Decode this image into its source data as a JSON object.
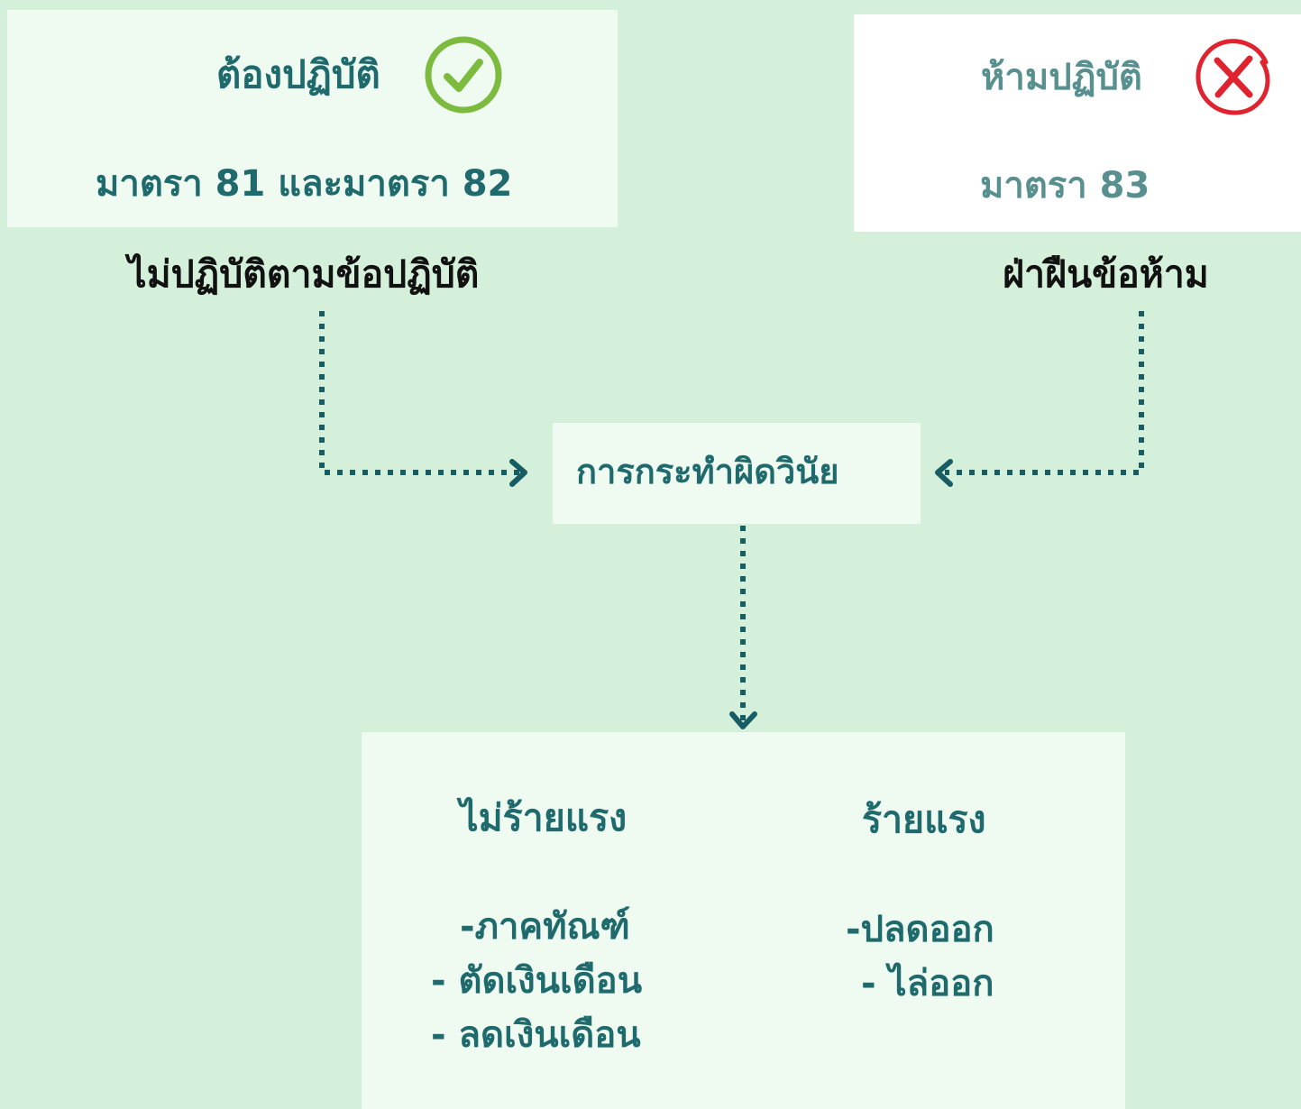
{
  "must_do": {
    "title": "ต้องปฏิบัติ",
    "sections": "มาตรา 81 และมาตรา 82",
    "violation": "ไม่ปฏิบัติตามข้อปฏิบัติ",
    "icon": "check-circle-icon",
    "icon_color": "#7dbb3e"
  },
  "forbidden": {
    "title": "ห้ามปฏิบัติ",
    "sections": "มาตรา 83",
    "violation": "ฝ่าฝืนข้อห้าม",
    "icon": "x-circle-icon",
    "icon_color": "#e0242f"
  },
  "disciplinary_action": "การกระทำผิดวินัย",
  "penalties": {
    "minor": {
      "title": "ไม่ร้ายแรง",
      "items": [
        "-ภาคทัณฑ์",
        "- ตัดเงินเดือน",
        "- ลดเงินเดือน"
      ]
    },
    "major": {
      "title": "ร้ายแรง",
      "items": [
        "-ปลดออก",
        "- ไล่ออก"
      ]
    }
  },
  "colors": {
    "background": "#d5f0da",
    "box_fill": "#effaf1",
    "text_teal": "#1e6a6c",
    "connector": "#175d63"
  }
}
